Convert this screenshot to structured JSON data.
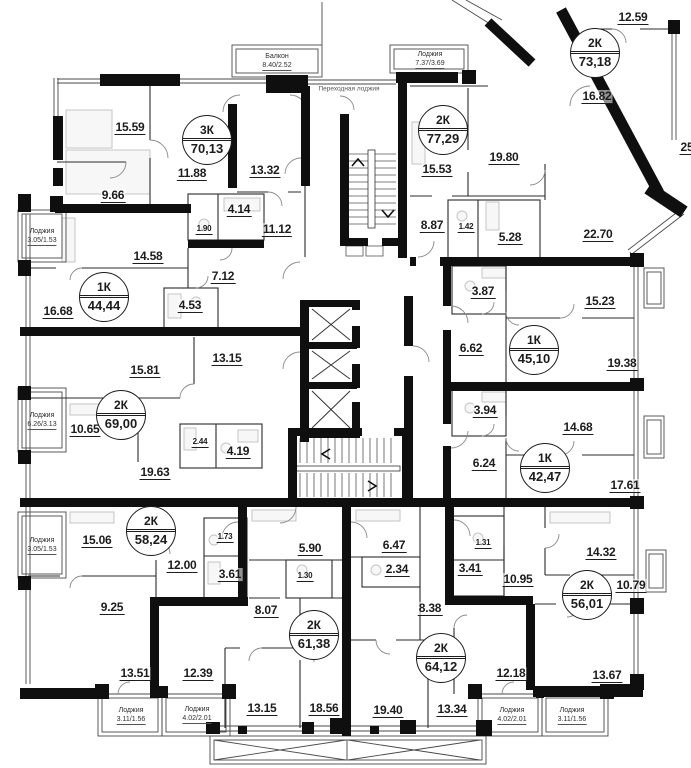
{
  "units": [
    {
      "type": "3К",
      "area": "70,13"
    },
    {
      "type": "2К",
      "area": "77,29"
    },
    {
      "type": "2К",
      "area": "73,18"
    },
    {
      "type": "1К",
      "area": "44,44"
    },
    {
      "type": "1К",
      "area": "45,10"
    },
    {
      "type": "2К",
      "area": "69,00"
    },
    {
      "type": "1К",
      "area": "42,47"
    },
    {
      "type": "2К",
      "area": "58,24"
    },
    {
      "type": "2К",
      "area": "56,01"
    },
    {
      "type": "2К",
      "area": "61,38"
    },
    {
      "type": "2К",
      "area": "64,12"
    }
  ],
  "rooms": [
    "15.59",
    "11.88",
    "13.32",
    "9.66",
    "4.14",
    "1.90",
    "11.12",
    "14.58",
    "7.12",
    "4.53",
    "16.68",
    "15.81",
    "13.15",
    "10.65",
    "2.44",
    "4.19",
    "19.63",
    "15.06",
    "1.73",
    "12.00",
    "3.61",
    "9.25",
    "13.51",
    "12.39",
    "5.90",
    "1.30",
    "8.07",
    "13.15",
    "18.56",
    "6.47",
    "2.34",
    "8.38",
    "19.40",
    "13.34",
    "12.18",
    "1.31",
    "3.41",
    "10.95",
    "14.32",
    "10.79",
    "13.67",
    "15.53",
    "19.80",
    "8.87",
    "1.42",
    "5.28",
    "22.70",
    "3.87",
    "6.62",
    "15.23",
    "19.38",
    "3.94",
    "6.24",
    "14.68",
    "17.61",
    "12.59",
    "16.82",
    "25"
  ],
  "loggias": [
    {
      "name": "Балкон",
      "dims": "8.40/2.52"
    },
    {
      "name": "Лоджия",
      "dims": "7.37/3.69"
    },
    {
      "name": "Лоджия",
      "dims": "3.05/1.53"
    },
    {
      "name": "Лоджия",
      "dims": "6.26/3.13"
    },
    {
      "name": "Лоджия",
      "dims": "3.05/1.53"
    },
    {
      "name": "Лоджия",
      "dims": "3.11/1.56"
    },
    {
      "name": "Лоджия",
      "dims": "4.02/2.01"
    },
    {
      "name": "Лоджия",
      "dims": "4.02/2.01"
    },
    {
      "name": "Лоджия",
      "dims": "3.11/1.56"
    }
  ],
  "labels": {
    "passage": "Переходная лоджия"
  }
}
